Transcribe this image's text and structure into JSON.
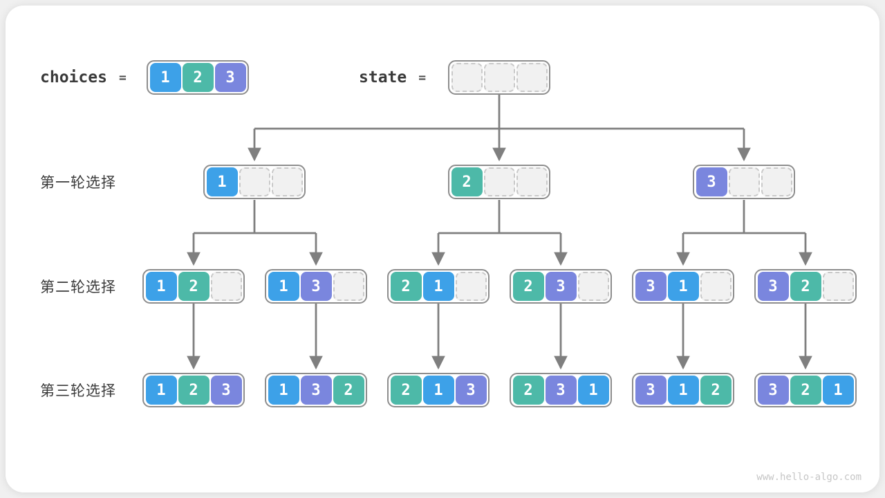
{
  "palette": {
    "value1_blue": "#3da1e8",
    "value2_teal": "#4db9a8",
    "value3_purple": "#7a86de",
    "connector_gray": "#7f7f7f",
    "box_border_gray": "#8d8d8d",
    "empty_cell_fill": "#f1f1f1"
  },
  "header": {
    "choices_label": "choices",
    "equals": "=",
    "choices_values": [
      "1",
      "2",
      "3"
    ],
    "state_label": "state",
    "state_values": [
      "",
      "",
      ""
    ]
  },
  "rows": [
    {
      "label": "第一轮选择",
      "boxes": [
        [
          "1",
          "",
          ""
        ],
        [
          "2",
          "",
          ""
        ],
        [
          "3",
          "",
          ""
        ]
      ]
    },
    {
      "label": "第二轮选择",
      "boxes": [
        [
          "1",
          "2",
          ""
        ],
        [
          "1",
          "3",
          ""
        ],
        [
          "2",
          "1",
          ""
        ],
        [
          "2",
          "3",
          ""
        ],
        [
          "3",
          "1",
          ""
        ],
        [
          "3",
          "2",
          ""
        ]
      ]
    },
    {
      "label": "第三轮选择",
      "boxes": [
        [
          "1",
          "2",
          "3"
        ],
        [
          "1",
          "3",
          "2"
        ],
        [
          "2",
          "1",
          "3"
        ],
        [
          "2",
          "3",
          "1"
        ],
        [
          "3",
          "1",
          "2"
        ],
        [
          "3",
          "2",
          "1"
        ]
      ]
    }
  ],
  "watermark": "www.hello-algo.com"
}
